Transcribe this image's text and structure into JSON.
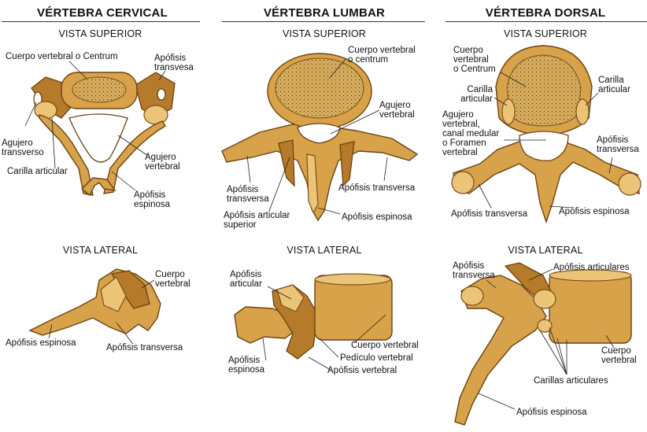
{
  "columns": [
    {
      "title": "VÉRTEBRA CERVICAL",
      "superior": {
        "title": "VISTA SUPERIOR",
        "labels": [
          "Cuerpo vertebral o Centrum",
          "Apófisis\ntransvesa",
          "Agujero\ntransverso",
          "Carilla articular",
          "Agujero\nvertebral",
          "Apófisis\nespinosa"
        ]
      },
      "lateral": {
        "title": "VISTA LATERAL",
        "labels": [
          "Cuerpo\nvertebral",
          "Apófisis espinosa",
          "Apófisis transversa"
        ]
      }
    },
    {
      "title": "VÉRTEBRA LUMBAR",
      "superior": {
        "title": "VISTA SUPERIOR",
        "labels": [
          "Cuerpo vertebral\no centrum",
          "Agujero\nvertebral",
          "Apófisis\ntransversa",
          "Apófisis transversa",
          "Apófisis articular\nsuperior",
          "Apófisis espinosa"
        ]
      },
      "lateral": {
        "title": "VISTA LATERAL",
        "labels": [
          "Apófisis\narticular",
          "Apófisis\nespinosa",
          "Cuerpo vertebral",
          "Pedículo vertebral",
          "Apófisis vertebral"
        ]
      }
    },
    {
      "title": "VÉRTEBRA DORSAL",
      "superior": {
        "title": "VISTA SUPERIOR",
        "labels": [
          "Cuerpo\nvertebral\no Centrum",
          "Carilla\narticular",
          "Carilla\narticular",
          "Agujero\nvertebral,\ncanal medular\no Foramen\nvertebral",
          "Apófisis\ntransversa",
          "Apófisis transversa",
          "Apófisis espinosa"
        ]
      },
      "lateral": {
        "title": "VISTA LATERAL",
        "labels": [
          "Apófisis\ntransversa",
          "Apófisis articulares",
          "Cuerpo\nvertebral",
          "Carillas articulares",
          "Apófisis espinosa"
        ]
      }
    }
  ],
  "colors": {
    "bone": "#d8a24a",
    "bone_shadow": "#b57a2a",
    "outline": "#6b4312",
    "rule": "#333333"
  }
}
